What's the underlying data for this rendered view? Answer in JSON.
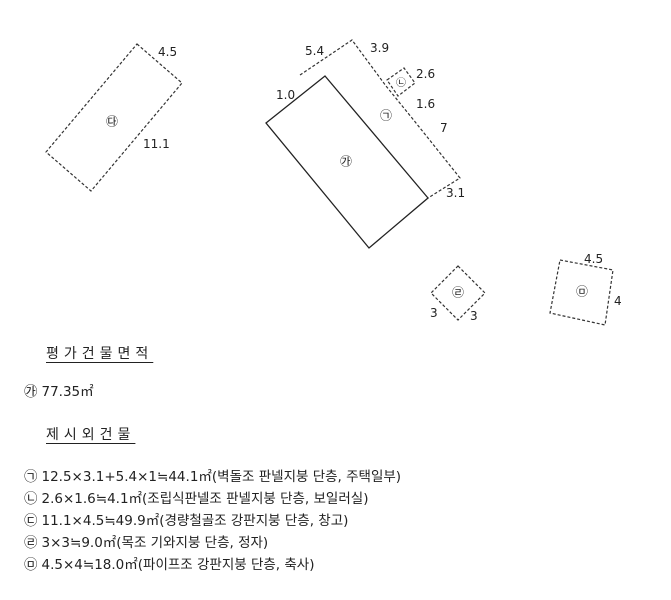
{
  "plan": {
    "bldg_c": {
      "marker": "㉰",
      "dims": [
        "4.5",
        "11.1"
      ]
    },
    "main": {
      "marker": "㉮",
      "dims": [
        "5.4",
        "3.9",
        "1.0",
        "7",
        "3.1"
      ]
    },
    "bldg_a": {
      "marker": "㉠"
    },
    "bldg_b": {
      "marker": "㉡",
      "dims": [
        "2.6",
        "1.6"
      ]
    },
    "bldg_d": {
      "marker": "㉣",
      "dims": [
        "3",
        "3"
      ]
    },
    "bldg_e": {
      "marker": "㉤",
      "dims": [
        "4.5",
        "4"
      ]
    }
  },
  "evaluated": {
    "heading": "평가건물면적",
    "items": [
      {
        "marker": "㉮",
        "text": "77.35㎡"
      }
    ]
  },
  "excluded": {
    "heading": "제시외건물",
    "items": [
      {
        "marker": "㉠",
        "text": "12.5×3.1+5.4×1≒44.1㎡(벽돌조 판넬지붕 단층, 주택일부)"
      },
      {
        "marker": "㉡",
        "text": "2.6×1.6≒4.1㎡(조립식판넬조 판넬지붕 단층, 보일러실)"
      },
      {
        "marker": "㉢",
        "text": "11.1×4.5≒49.9㎡(경량철골조 강판지붕 단층, 창고)"
      },
      {
        "marker": "㉣",
        "text": "3×3≒9.0㎡(목조 기와지붕 단층, 정자)"
      },
      {
        "marker": "㉤",
        "text": "4.5×4≒18.0㎡(파이프조 강판지붕 단층, 축사)"
      }
    ]
  }
}
